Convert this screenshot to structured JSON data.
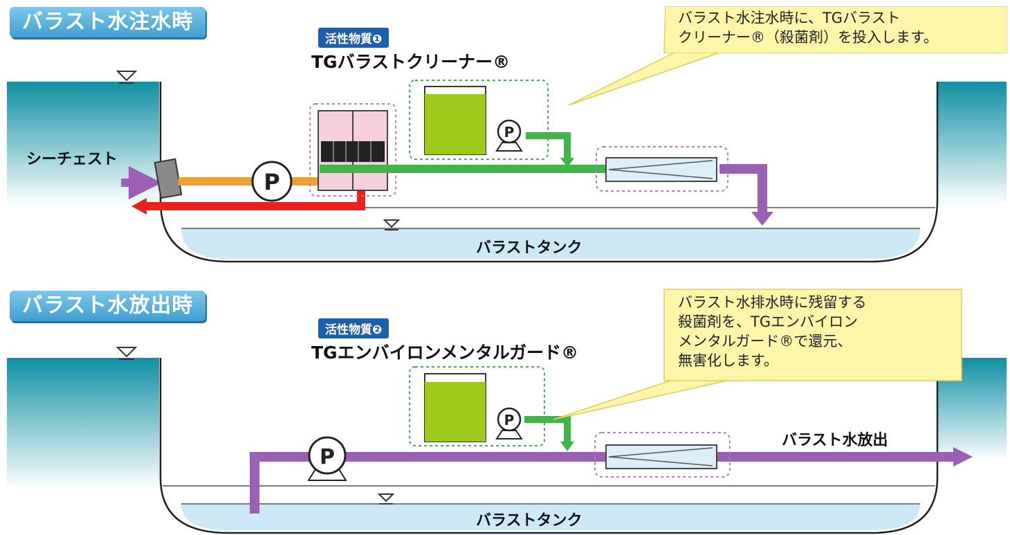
{
  "top": {
    "title": "バラスト水注水時",
    "badge": "活性物質❶",
    "agent": "TGバラストクリーナー®",
    "callout": [
      "バラスト水注水時に、TGバラスト",
      "クリーナー®（殺菌剤）を投入します。"
    ],
    "sea_chest_label": "シーチェスト",
    "tank_label": "バラストタンク",
    "pump_label": "P"
  },
  "bottom": {
    "title": "バラスト水放出時",
    "badge": "活性物質❷",
    "agent": "TGエンバイロンメンタルガード®",
    "callout": [
      "バラスト水排水時に残留する",
      "殺菌剤を、TGエンバイロン",
      "メンタルガード®で還元、",
      "無害化します。"
    ],
    "discharge_label": "バラスト水放出",
    "tank_label": "バラストタンク",
    "pump_label": "P"
  },
  "colors": {
    "sea": "#1a9fb0",
    "tank_water": "#cde9f6",
    "purple_pipe": "#9b5fb5",
    "green_pipe": "#3fb54a",
    "orange_pipe": "#f0a030",
    "red_pipe": "#e8231f",
    "chemical_tank": "#9cc91a",
    "callout_bg": "#fdf6a8"
  }
}
